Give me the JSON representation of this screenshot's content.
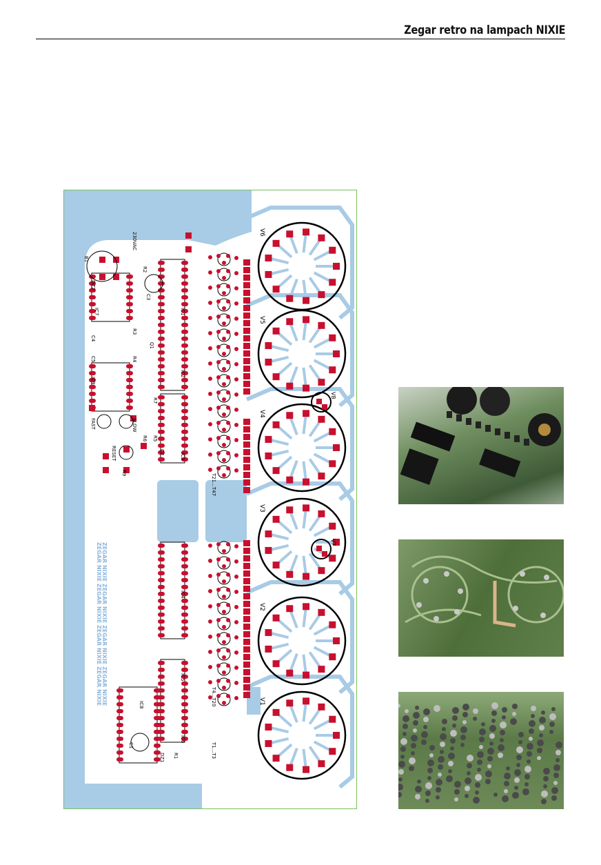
{
  "header": {
    "title": "Zegar retro na lampach NIXIE"
  },
  "pcb": {
    "colors": {
      "copper": "#a8cbe6",
      "pad": "#c8102e",
      "border": "#7bbf5c",
      "silk": "#000000"
    },
    "tubes": [
      "V6",
      "V5",
      "V4",
      "V3",
      "V2",
      "V1"
    ],
    "neons": [
      "V8",
      "V7"
    ],
    "labels": {
      "ac": "230VAC",
      "b1": "B1",
      "dz2": "DZ2",
      "r2": "R2",
      "c3": "C3",
      "ic7": "IC7",
      "ic1": "IC1",
      "c4": "C4",
      "r3": "R3",
      "q1": "Q1",
      "c5": "C5",
      "r4": "R4",
      "ic9": "IC9",
      "ic2": "IC2",
      "r7": "R7",
      "fast": "FAST",
      "slow": "SLOW",
      "reset": "RESET",
      "r6": "R6",
      "r5": "R5",
      "c2": "C2",
      "ic3": "IC3",
      "r9": "R9",
      "t21": "T21...T47",
      "ic4": "IC4",
      "ic5": "IC5",
      "ic6": "IC6",
      "ic8": "IC8",
      "c1": "C1",
      "dz1": "DZ1",
      "r1": "R1",
      "t4": "T4...T20",
      "t1": "T1...T3"
    },
    "watermark": [
      "ZEGAR NIXIE ZEGAR NIXIE ZEGAR NIXIE ZEGAR NIXIE",
      "ZEGAR NIXIE ZEGAR NIXIE ZEGAR NIXIE ZEGAR NIXIE"
    ]
  },
  "photos": [
    {
      "subject": "assembled-board-top"
    },
    {
      "subject": "board-solder-side-repair"
    },
    {
      "subject": "board-solder-side"
    }
  ]
}
